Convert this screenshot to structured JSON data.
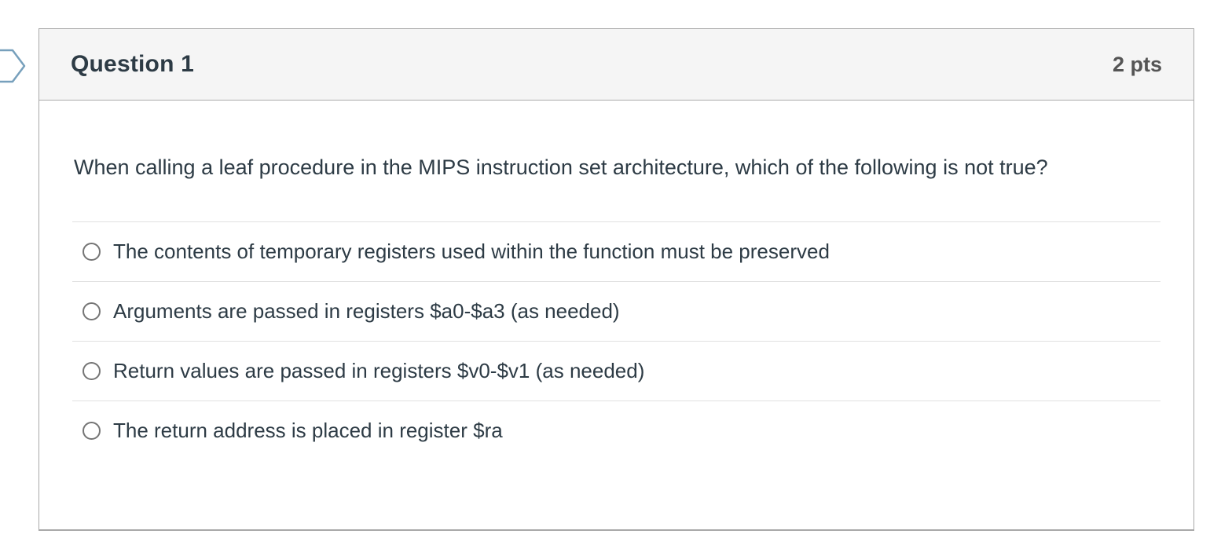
{
  "question": {
    "title": "Question 1",
    "points": "2 pts",
    "text": "When calling a leaf procedure in the MIPS instruction set architecture, which of the following is not true?",
    "type": "multiple-choice",
    "options": [
      {
        "label": "The contents of temporary registers used within the function must be preserved",
        "selected": false
      },
      {
        "label": "Arguments are passed in registers $a0-$a3 (as needed)",
        "selected": false
      },
      {
        "label": "Return values are passed in registers $v0-$v1 (as needed)",
        "selected": false
      },
      {
        "label": "The return address is placed in register $ra",
        "selected": false
      }
    ]
  },
  "icons": {
    "flag_marker": "current-question-flag"
  },
  "colors": {
    "header_background": "#f5f5f5",
    "box_border": "#a9a9a9",
    "text": "#2d3b45",
    "points_text": "#555555",
    "divider": "#e1e1e1",
    "radio_border": "#757575",
    "flag_stroke": "#77a0bc"
  }
}
